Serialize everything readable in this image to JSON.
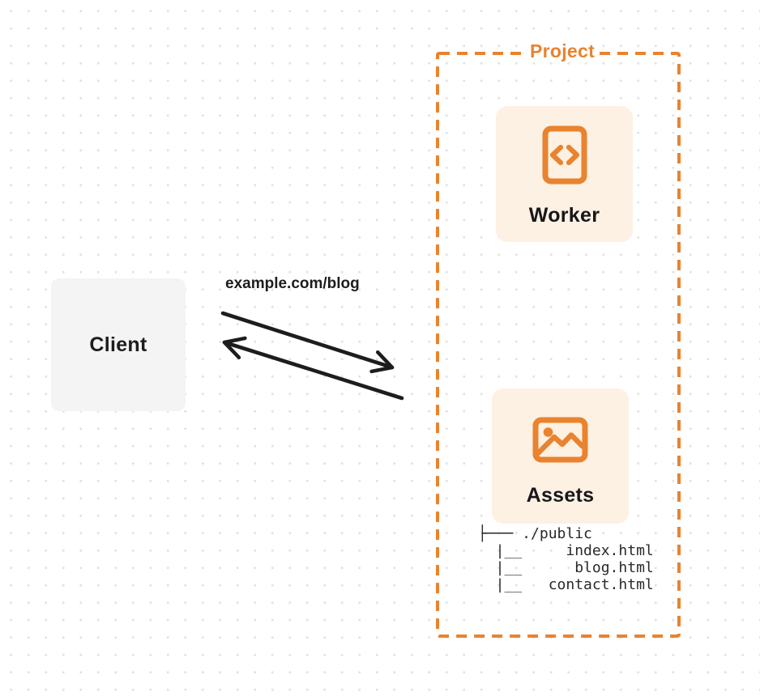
{
  "colors": {
    "accent": "#E9832F",
    "card-bg": "#FCF1E3",
    "client-bg": "#F4F4F5",
    "ink": "#1D1D1F",
    "tree-ink": "#2A2A2A",
    "dot": "#E2E2E5"
  },
  "client": {
    "label": "Client"
  },
  "request": {
    "url_label": "example.com/blog"
  },
  "project": {
    "label": "Project",
    "worker": {
      "label": "Worker",
      "icon": "code-file-icon"
    },
    "assets": {
      "label": "Assets",
      "icon": "image-icon",
      "file_tree": [
        "├─── ./public",
        "  |__     index.html",
        "  |__      blog.html",
        "  |__   contact.html"
      ]
    }
  }
}
